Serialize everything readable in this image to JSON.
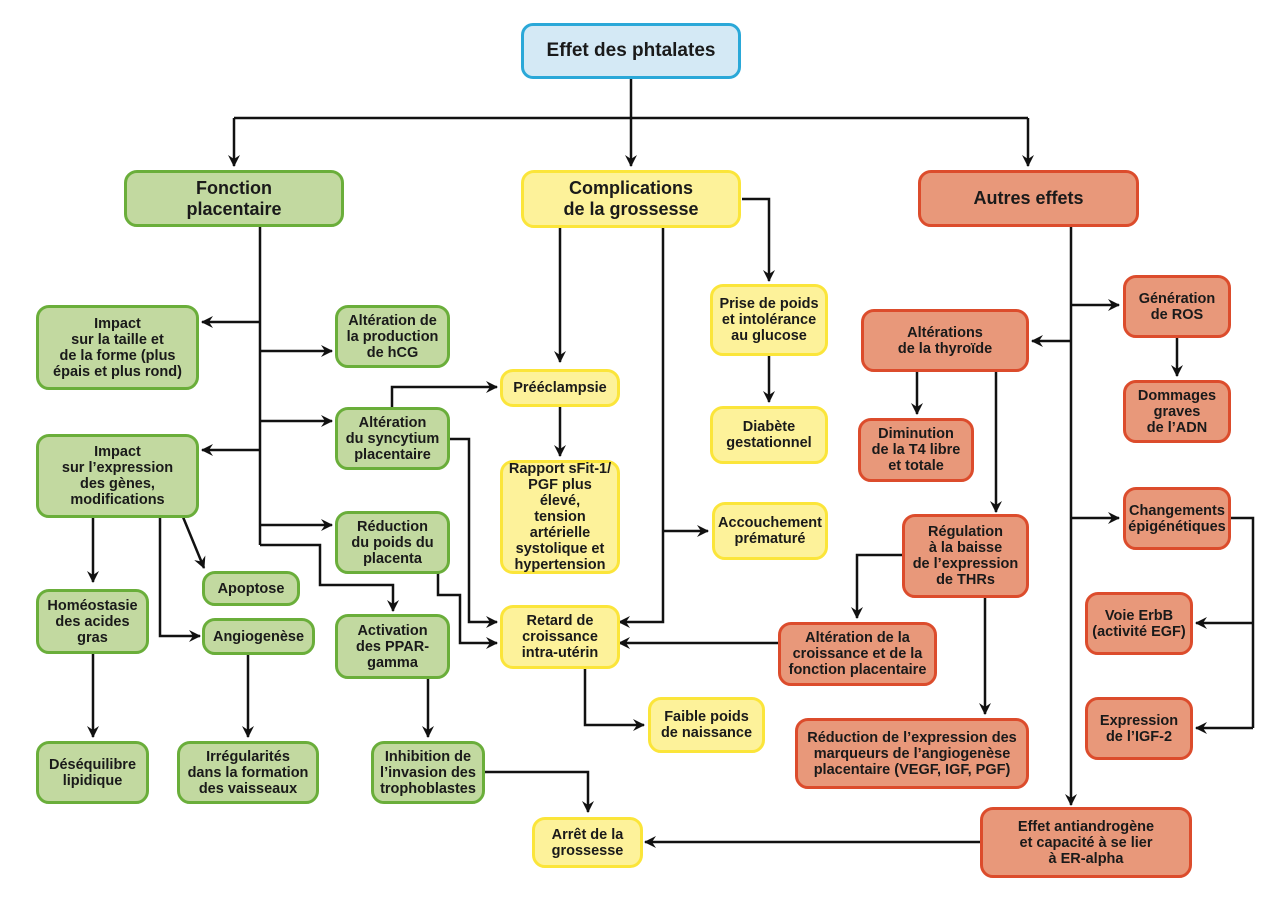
{
  "title": "Effet des phtalates",
  "colors": {
    "root": "#2aa8d8",
    "placental": "#6aae3a",
    "pregnancy": "#fbe53a",
    "other": "#dc4c2c",
    "connector": "#111111"
  },
  "categories": {
    "placental": "Fonction\nplacentaire",
    "pregnancy": "Complications\nde la grossesse",
    "other": "Autres effets"
  },
  "nodes": {
    "impact_taille": "Impact\nsur la taille et\nde la forme (plus\népais et plus rond)",
    "hcg": "Altération de\nla production\nde hCG",
    "syncytium": "Altération\ndu syncytium\nplacentaire",
    "impact_genes": "Impact\nsur l’expression\ndes gènes,\nmodifications",
    "reduction_poids": "Réduction\ndu poids du\nplacenta",
    "apoptose": "Apoptose",
    "homeostasie": "Homéostasie\ndes acides\ngras",
    "angiogenese": "Angiogenèse",
    "ppar": "Activation\ndes PPAR-\ngamma",
    "desequilibre": "Déséquilibre\nlipidique",
    "irregularites": "Irrégularités\ndans la formation\ndes vaisseaux",
    "inhibition": "Inhibition de\nl’invasion des\ntrophoblastes",
    "preeclampsie": "Prééclampsie",
    "rapport": "Rapport sFit-1/\nPGF plus élevé,\ntension\nartérielle\nsystolique et\nhypertension",
    "retard": "Retard de\ncroissance\nintra-utérin",
    "faible_poids": "Faible poids\nde naissance",
    "arret": "Arrêt de la\ngrossesse",
    "prise_poids": "Prise de poids\net intolérance\nau glucose",
    "diabete": "Diabète\ngestationnel",
    "accouchement": "Accouchement\nprématuré",
    "thyroide": "Altérations\nde la thyroïde",
    "t4": "Diminution\nde la T4 libre\net totale",
    "regulation_thr": "Régulation\nà la baisse\nde l’expression\nde THRs",
    "alteration_croissance": "Altération de la\ncroissance et de la\nfonction placentaire",
    "reduction_marqueurs": "Réduction de l’expression des\nmarqueurs de l’angiogenèse\nplacentaire (VEGF, IGF, PGF)",
    "ros": "Génération\nde ROS",
    "adn": "Dommages\ngraves\nde l’ADN",
    "epigenetique": "Changements\népigénétiques",
    "erbb": "Voie ErbB\n(activité EGF)",
    "igf2": "Expression\nde l’IGF-2",
    "antiandrogene": "Effet antiandrogène\net capacité à se lier\nà ER-alpha"
  }
}
